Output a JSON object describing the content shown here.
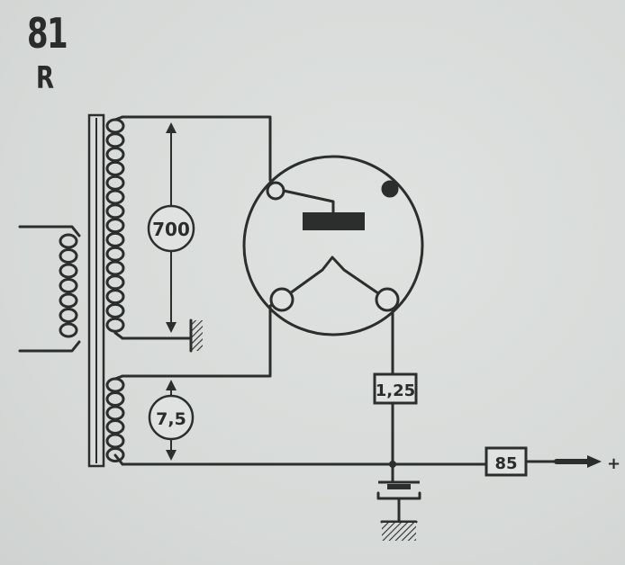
{
  "sheet": {
    "number": "81",
    "letter": "R"
  },
  "labels": {
    "hv_winding": "700",
    "heater_winding": "7,5",
    "filament_resistor": "1,25",
    "output_resistor": "85",
    "output_terminal": "+"
  }
}
